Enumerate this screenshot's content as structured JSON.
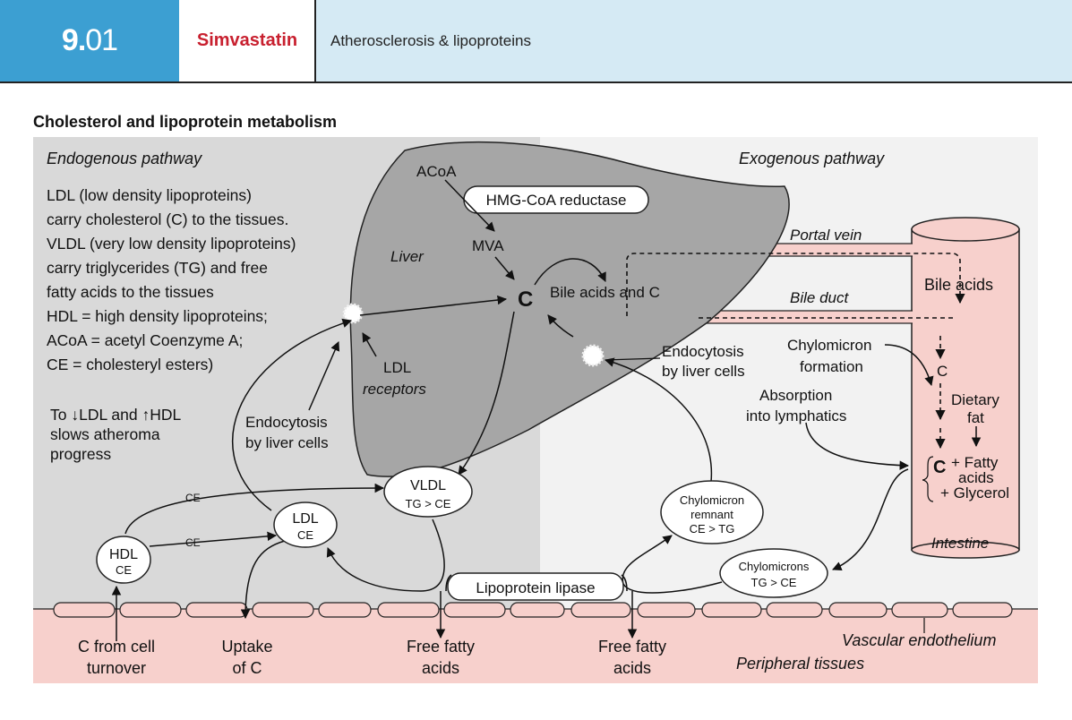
{
  "header": {
    "chapter_major": "9.",
    "chapter_minor": "01",
    "drug": "Simvastatin",
    "topic": "Atherosclerosis & lipoproteins"
  },
  "section_title": "Cholesterol and lipoprotein metabolism",
  "panels": {
    "endogenous": "Endogenous pathway",
    "exogenous": "Exogenous pathway"
  },
  "legend_lines": [
    "LDL (low density lipoproteins)",
    "carry cholesterol (C) to the tissues.",
    "VLDL (very low density lipoproteins)",
    "carry triglycerides (TG) and free",
    "fatty acids to the tissues",
    "HDL = high density lipoproteins;",
    "ACoA = acetyl Coenzyme A;",
    "CE = cholesteryl esters)"
  ],
  "note_lines": [
    "To ↓LDL and ↑HDL",
    "slows atheroma",
    "progress"
  ],
  "liver": {
    "label": "Liver",
    "acoa": "ACoA",
    "enzyme": "HMG-CoA reductase",
    "mva": "MVA",
    "c": "C",
    "bile_c": "Bile acids and C"
  },
  "ldl_receptors": [
    "LDL",
    "receptors"
  ],
  "endocytosis_left": [
    "Endocytosis",
    "by liver cells"
  ],
  "endocytosis_right": [
    "Endocytosis",
    "by liver cells"
  ],
  "vessels": {
    "portal_vein": "Portal vein",
    "bile_duct": "Bile duct"
  },
  "intestine": {
    "label": "Intestine",
    "bile_acids": "Bile acids",
    "c": "C",
    "dietary_fat": [
      "Dietary",
      "fat"
    ],
    "c_big": "C",
    "fatty_acids": [
      "+ Fatty",
      "acids"
    ],
    "glycerol": "+ Glycerol"
  },
  "chylomicron_formation": [
    "Chylomicron",
    "formation"
  ],
  "absorption": [
    "Absorption",
    "into lymphatics"
  ],
  "nodes": {
    "vldl": [
      "VLDL",
      "TG > CE"
    ],
    "ldl": [
      "LDL",
      "CE"
    ],
    "hdl": [
      "HDL",
      "CE"
    ],
    "chylo_remnant": [
      "Chylomicron",
      "remnant",
      "CE > TG"
    ],
    "chylomicrons": [
      "Chylomicrons",
      "TG > CE"
    ],
    "lipase": "Lipoprotein lipase"
  },
  "ce_labels": [
    "CE",
    "CE"
  ],
  "bottom": {
    "c_turnover": [
      "C from cell",
      "turnover"
    ],
    "uptake": [
      "Uptake",
      "of C"
    ],
    "ffa1": [
      "Free fatty",
      "acids"
    ],
    "ffa2": [
      "Free fatty",
      "acids"
    ],
    "vascular": "Vascular endothelium",
    "peripheral": "Peripheral tissues"
  },
  "colors": {
    "header_blue": "#3c9fd2",
    "header_light": "#d5eaf4",
    "drug_red": "#c8202f",
    "endo_panel": "#d9d9d9",
    "exo_panel": "#f2f2f2",
    "liver": "#a6a6a6",
    "pink": "#f7d0cc"
  }
}
